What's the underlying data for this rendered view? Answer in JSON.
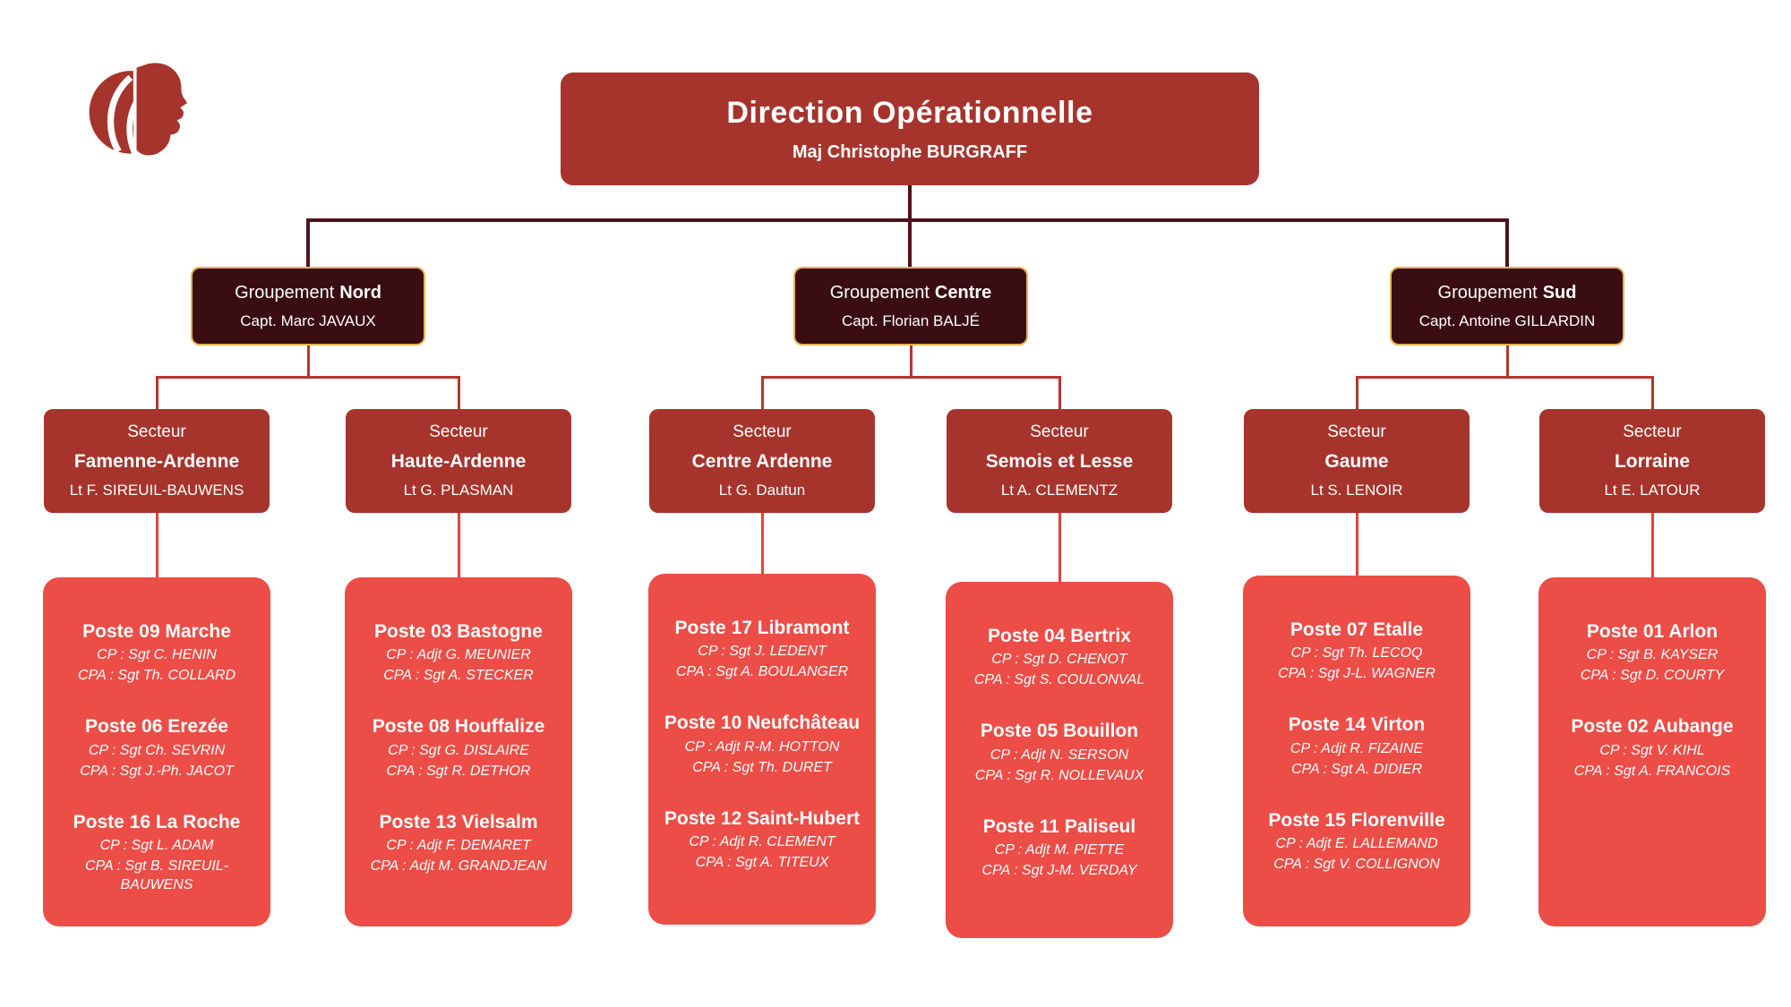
{
  "colors": {
    "box_red": "#A6342C",
    "box_dark": "#3A0D12",
    "gold": "#E3B451",
    "box_light": "#EC4D47",
    "line_dark": "#4F1319",
    "line_mid": "#B5372E",
    "line_light": "#E2443C"
  },
  "icons": {
    "logo": "flame-woman-profile-logo"
  },
  "root": {
    "title": "Direction Opérationnelle",
    "subtitle": "Maj Christophe BURGRAFF"
  },
  "groupements": [
    {
      "prefix": "Groupement",
      "name": "Nord",
      "leader": "Capt. Marc JAVAUX"
    },
    {
      "prefix": "Groupement",
      "name": "Centre",
      "leader": "Capt. Florian BALJÉ"
    },
    {
      "prefix": "Groupement",
      "name": "Sud",
      "leader": "Capt. Antoine GILLARDIN"
    }
  ],
  "secteurs": [
    {
      "label": "Secteur",
      "name": "Famenne-Ardenne",
      "leader": "Lt F. SIREUIL-BAUWENS",
      "group": 0,
      "postes": [
        {
          "title": "Poste 09 Marche",
          "cp": "CP : Sgt C. HENIN",
          "cpa": "CPA : Sgt Th. COLLARD"
        },
        {
          "title": "Poste 06 Erezée",
          "cp": "CP : Sgt Ch. SEVRIN",
          "cpa": "CPA : Sgt J.-Ph. JACOT"
        },
        {
          "title": "Poste 16 La Roche",
          "cp": "CP : Sgt L. ADAM",
          "cpa": "CPA : Sgt B. SIREUIL-BAUWENS"
        }
      ]
    },
    {
      "label": "Secteur",
      "name": "Haute-Ardenne",
      "leader": "Lt G. PLASMAN",
      "group": 0,
      "postes": [
        {
          "title": "Poste 03 Bastogne",
          "cp": "CP : Adjt G. MEUNIER",
          "cpa": "CPA : Sgt A. STECKER"
        },
        {
          "title": "Poste 08 Houffalize",
          "cp": "CP : Sgt G. DISLAIRE",
          "cpa": "CPA : Sgt R. DETHOR"
        },
        {
          "title": "Poste 13 Vielsalm",
          "cp": "CP : Adjt F. DEMARET",
          "cpa": "CPA : Adjt M. GRANDJEAN"
        }
      ]
    },
    {
      "label": "Secteur",
      "name": "Centre Ardenne",
      "leader": "Lt G. Dautun",
      "group": 1,
      "postes": [
        {
          "title": "Poste 17 Libramont",
          "cp": "CP : Sgt J. LEDENT",
          "cpa": "CPA : Sgt A. BOULANGER"
        },
        {
          "title": "Poste 10 Neufchâteau",
          "cp": "CP : Adjt R-M. HOTTON",
          "cpa": "CPA : Sgt Th. DURET"
        },
        {
          "title": "Poste 12 Saint-Hubert",
          "cp": "CP : Adjt R. CLEMENT",
          "cpa": "CPA : Sgt A. TITEUX"
        }
      ]
    },
    {
      "label": "Secteur",
      "name": "Semois et Lesse",
      "leader": "Lt A. CLEMENTZ",
      "group": 1,
      "postes": [
        {
          "title": "Poste 04 Bertrix",
          "cp": "CP : Sgt D. CHENOT",
          "cpa": "CPA : Sgt S. COULONVAL"
        },
        {
          "title": "Poste 05 Bouillon",
          "cp": "CP : Adjt N. SERSON",
          "cpa": "CPA : Sgt R. NOLLEVAUX"
        },
        {
          "title": "Poste 11 Paliseul",
          "cp": "CP : Adjt M. PIETTE",
          "cpa": "CPA : Sgt J-M. VERDAY"
        }
      ]
    },
    {
      "label": "Secteur",
      "name": "Gaume",
      "leader": "Lt S. LENOIR",
      "group": 2,
      "postes": [
        {
          "title": "Poste 07 Etalle",
          "cp": "CP : Sgt Th. LECOQ",
          "cpa": "CPA : Sgt J-L. WAGNER"
        },
        {
          "title": "Poste 14 Virton",
          "cp": "CP : Adjt R. FIZAINE",
          "cpa": "CPA : Sgt A. DIDIER"
        },
        {
          "title": "Poste 15 Florenville",
          "cp": "CP : Adjt E. LALLEMAND",
          "cpa": "CPA : Sgt V. COLLIGNON"
        }
      ]
    },
    {
      "label": "Secteur",
      "name": "Lorraine",
      "leader": "Lt E. LATOUR",
      "group": 2,
      "postes": [
        {
          "title": "Poste 01 Arlon",
          "cp": "CP : Sgt B. KAYSER",
          "cpa": "CPA : Sgt D. COURTY"
        },
        {
          "title": "Poste 02 Aubange",
          "cp": "CP : Sgt V. KIHL",
          "cpa": "CPA : Sgt A. FRANCOIS"
        }
      ]
    }
  ]
}
